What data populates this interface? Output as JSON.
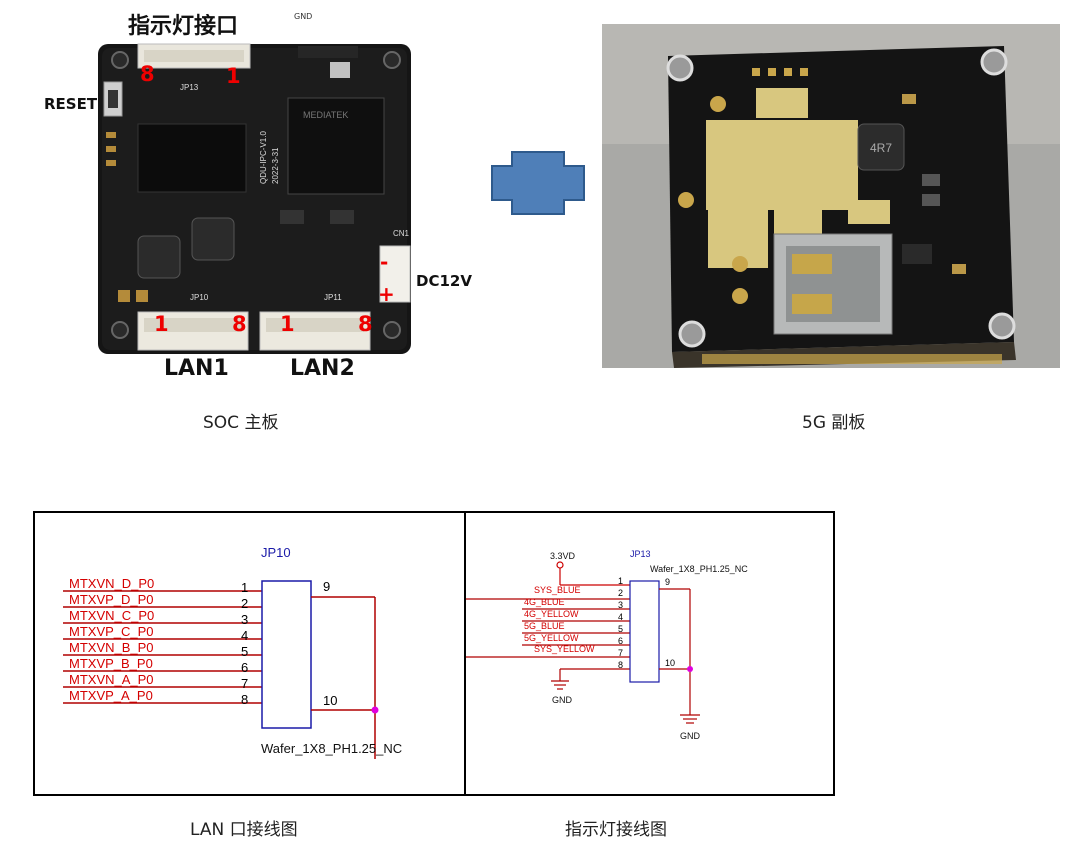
{
  "soc_board": {
    "title": "指示灯接口",
    "gnd_small": "GND",
    "reset_label": "RESET",
    "dc_label": "DC12V",
    "dc_minus": "-",
    "dc_plus": "+",
    "top_pin_left": "8",
    "top_pin_right": "1",
    "lan1_pin_left": "1",
    "lan1_pin_right": "8",
    "lan2_pin_left": "1",
    "lan2_pin_right": "8",
    "lan1_label": "LAN1",
    "lan2_label": "LAN2",
    "silk_jp13": "JP13",
    "silk_jp11": "JP11",
    "silk_jp10": "JP10",
    "silk_cn1": "CN1",
    "silk_board": "QDU-IPC-V1.0",
    "silk_date": "2022-3-31",
    "chip_text": "MEDIATEK",
    "caption": "SOC 主板"
  },
  "sub_board": {
    "inductor_text": "4R7",
    "caption": "5G 副板"
  },
  "lan_schematic": {
    "title": "JP10",
    "part": "Wafer_1X8_PH1.25_NC",
    "signals": [
      "MTXVN_D_P0",
      "MTXVP_D_P0",
      "MTXVN_C_P0",
      "MTXVP_C_P0",
      "MTXVN_B_P0",
      "MTXVP_B_P0",
      "MTXVN_A_P0",
      "MTXVP_A_P0"
    ],
    "pins_left": [
      "1",
      "2",
      "3",
      "4",
      "5",
      "6",
      "7",
      "8"
    ],
    "pin_top_right": "9",
    "pin_bottom_right": "10",
    "caption": "LAN 口接线图"
  },
  "led_schematic": {
    "title": "JP13",
    "part": "Wafer_1X8_PH1.25_NC",
    "power": "3.3VD",
    "signals": [
      "SYS_BLUE",
      "4G_BLUE",
      "4G_YELLOW",
      "5G_BLUE",
      "5G_YELLOW",
      "SYS_YELLOW"
    ],
    "pins_left": [
      "1",
      "2",
      "3",
      "4",
      "5",
      "6",
      "7",
      "8"
    ],
    "pin_top_right": "9",
    "pin_bottom_right": "10",
    "gnd_left": "GND",
    "gnd_right": "GND",
    "caption": "指示灯接线图"
  }
}
